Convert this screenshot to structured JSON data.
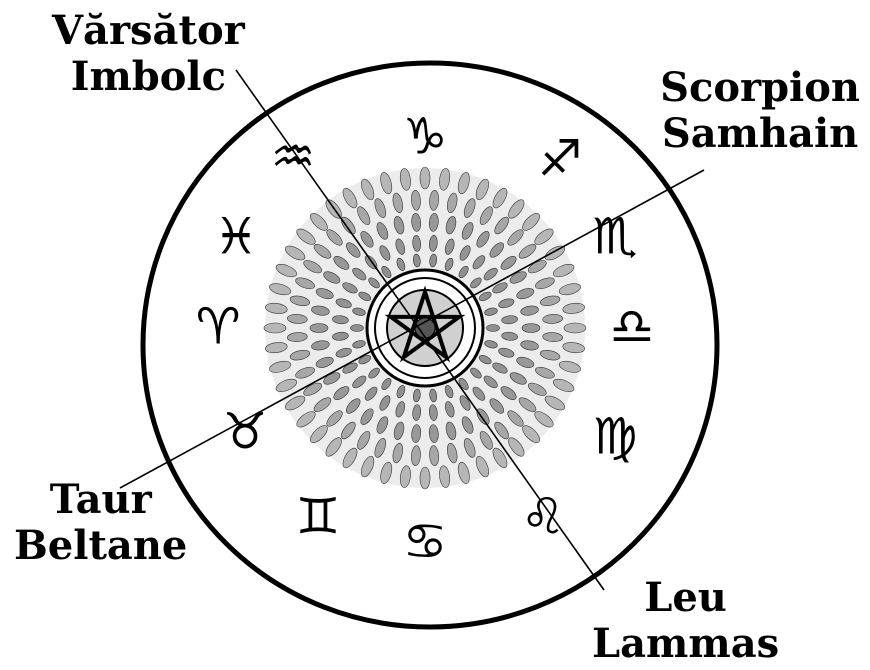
{
  "labels": {
    "top_left": [
      "Vărsător",
      "Imbolc"
    ],
    "top_right": [
      "Scorpion",
      "Samhain"
    ],
    "bottom_left": [
      "Taur",
      "Beltane"
    ],
    "bottom_right": [
      "Leu",
      "Lammas"
    ]
  },
  "zodiac": [
    {
      "name": "capricorn",
      "glyph": "♑"
    },
    {
      "name": "sagittarius",
      "glyph": "♐"
    },
    {
      "name": "scorpio",
      "glyph": "♏"
    },
    {
      "name": "libra",
      "glyph": "♎"
    },
    {
      "name": "virgo",
      "glyph": "♍"
    },
    {
      "name": "leo",
      "glyph": "♌"
    },
    {
      "name": "cancer",
      "glyph": "♋"
    },
    {
      "name": "gemini",
      "glyph": "♊"
    },
    {
      "name": "taurus",
      "glyph": "♉"
    },
    {
      "name": "aries",
      "glyph": "♈"
    },
    {
      "name": "pisces",
      "glyph": "♓"
    },
    {
      "name": "aquarius",
      "glyph": "♒"
    }
  ],
  "colors": {
    "ink": "#000000",
    "mandala_grey": "#8a8a8a",
    "background": "#ffffff"
  }
}
